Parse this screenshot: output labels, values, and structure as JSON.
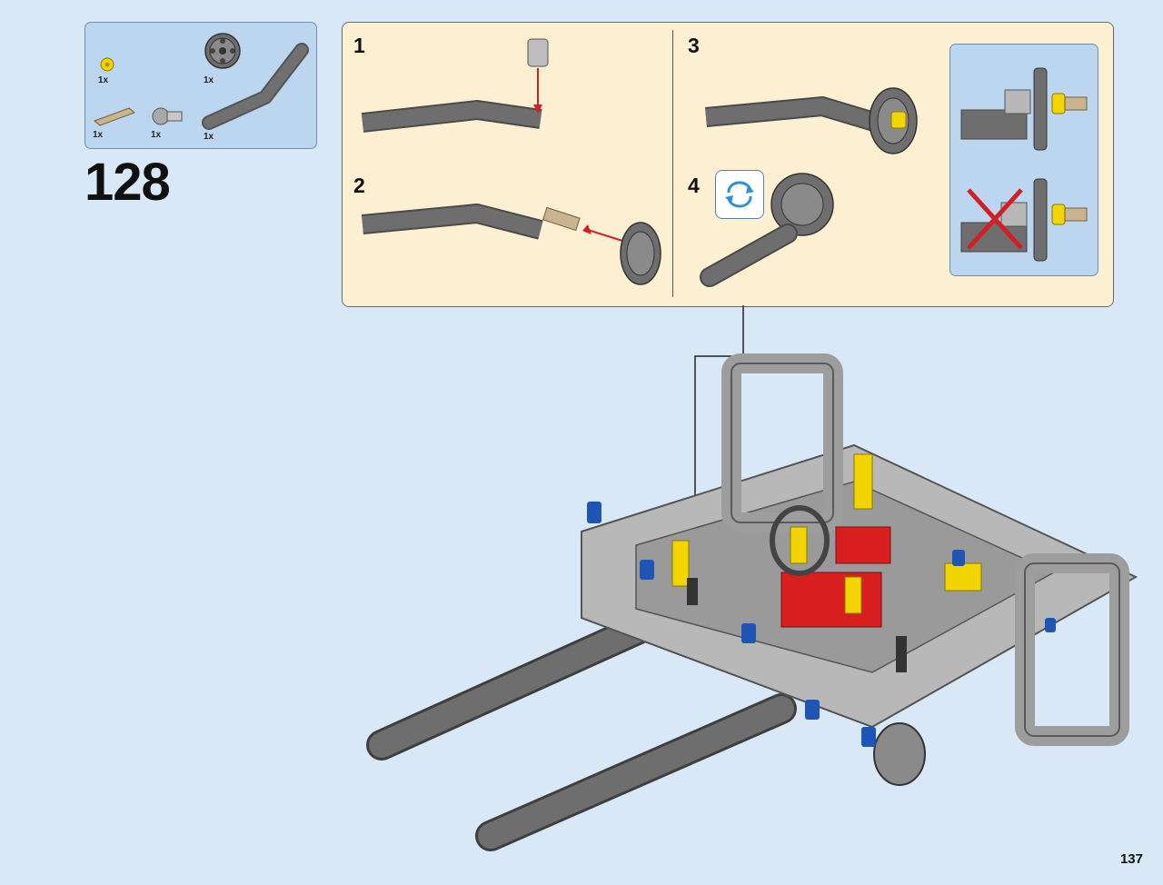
{
  "step": {
    "number": "128"
  },
  "parts": [
    {
      "name": "yellow-bush",
      "qty": "1x"
    },
    {
      "name": "pulley-wheel",
      "qty": "1x"
    },
    {
      "name": "axle",
      "qty": "1x"
    },
    {
      "name": "pin-connector",
      "qty": "1x"
    },
    {
      "name": "bent-liftarm",
      "qty": "1x"
    }
  ],
  "substeps": [
    {
      "number": "1"
    },
    {
      "number": "2"
    },
    {
      "number": "3"
    },
    {
      "number": "4"
    }
  ],
  "page": {
    "number": "137"
  },
  "colors": {
    "background": "#d9e8f7",
    "callout_panel": "#fdf0d2",
    "parts_panel": "#bcd6f0",
    "arrow_red": "#d21f26",
    "brick_gray": "#6e6e6e",
    "light_gray": "#b8b8b8",
    "yellow": "#f2d400",
    "red": "#d81e1e",
    "blue": "#1f55b5"
  }
}
